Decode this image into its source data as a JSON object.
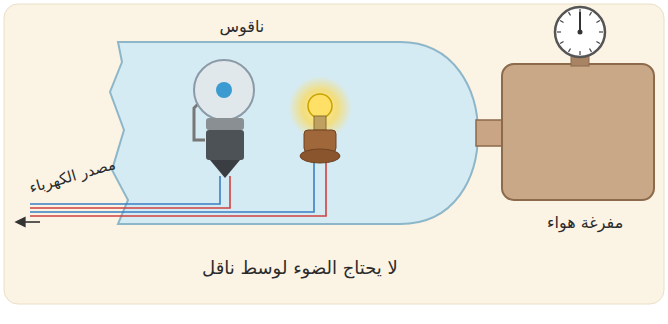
{
  "diagram": {
    "caption": "لا يحتاج الضوء لوسط ناقل",
    "labels": [
      "ناقوس",
      "مصدر الكهرباء",
      "مفرغة هواء"
    ]
  }
}
